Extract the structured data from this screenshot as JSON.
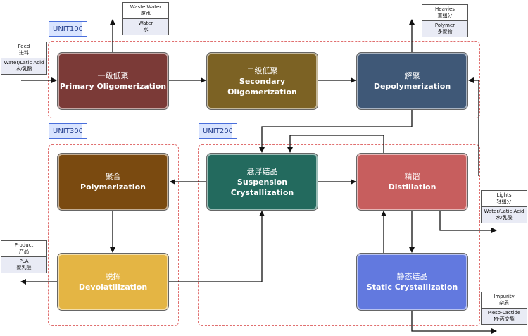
{
  "units": {
    "u100": "UNIT100",
    "u200": "UNIT200",
    "u300": "UNIT300"
  },
  "processes": {
    "p1": {
      "cn": "一级低聚",
      "en": "Primary Oligomerization",
      "color": "#7b3a37"
    },
    "p2": {
      "cn": "二级低聚",
      "en": "Secondary Oligomerization",
      "color": "#7c6224"
    },
    "p3": {
      "cn": "解聚",
      "en": "Depolymerization",
      "color": "#3f5877"
    },
    "p4": {
      "cn": "聚合",
      "en": "Polymerization",
      "color": "#7a4a10"
    },
    "p5": {
      "cn": "悬浮结晶",
      "en": "Suspension Crystallization",
      "color": "#236a5e"
    },
    "p6": {
      "cn": "精馏",
      "en": "Distillation",
      "color": "#c75e5e"
    },
    "p7": {
      "cn": "脱挥",
      "en": "Devolatilization",
      "color": "#e4b544"
    },
    "p8": {
      "cn": "静态结晶",
      "en": "Static Crystallization",
      "color": "#6279df"
    }
  },
  "streams": {
    "feed": {
      "top_en": "Feed",
      "top_cn": "进料",
      "bot_en": "Water/Latic Acid",
      "bot_cn": "水/乳酸"
    },
    "waste": {
      "top_en": "Waste Water",
      "top_cn": "废水",
      "bot_en": "Water",
      "bot_cn": "水"
    },
    "heavies": {
      "top_en": "Heavies",
      "top_cn": "重组分",
      "bot_en": "Polymer",
      "bot_cn": "多聚物"
    },
    "lights": {
      "top_en": "Lights",
      "top_cn": "轻组分",
      "bot_en": "Water/Latic Acid",
      "bot_cn": "水/乳酸"
    },
    "product": {
      "top_en": "Product",
      "top_cn": "产品",
      "bot_en": "PLA",
      "bot_cn": "聚乳酸"
    },
    "impurity": {
      "top_en": "Impurity",
      "top_cn": "杂质",
      "bot_en": "Meso-Lactide",
      "bot_cn": "M-丙交酯"
    }
  }
}
